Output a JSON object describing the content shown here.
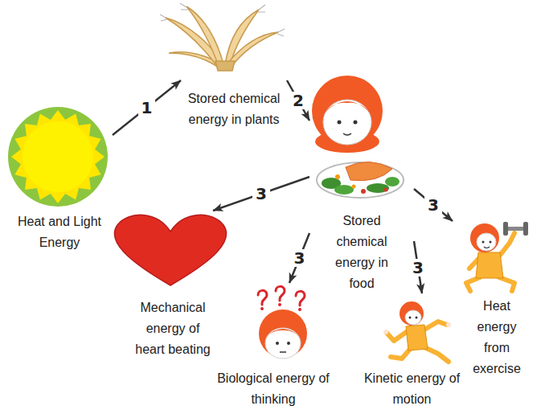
{
  "diagram": {
    "nodes": [
      {
        "text": [
          "Heat and Light Energy"
        ]
      },
      {
        "text": [
          "Stored chemical energy in plants"
        ]
      },
      {
        "text": [
          "Stored chemical energy in food"
        ]
      },
      {
        "text": [
          "Mechanical energy of heart beating"
        ]
      },
      {
        "text": [
          "Biological energy of thinking"
        ]
      },
      {
        "text": [
          "Kinetic energy of motion"
        ]
      },
      {
        "text": [
          "Heat energy from exercise"
        ]
      }
    ],
    "edges": [
      {
        "from": 0,
        "to": 1,
        "label": "1",
        "arrow": "to"
      },
      {
        "from": 1,
        "to": 2,
        "label": "2",
        "arrow": "to"
      },
      {
        "from": 2,
        "to": 3,
        "label": "3",
        "arrow": "to"
      },
      {
        "from": 2,
        "to": 4,
        "label": "3",
        "arrow": "to"
      },
      {
        "from": 2,
        "to": 5,
        "label": "3",
        "arrow": "to"
      },
      {
        "from": 2,
        "to": 6,
        "label": "3",
        "arrow": "to"
      }
    ]
  }
}
